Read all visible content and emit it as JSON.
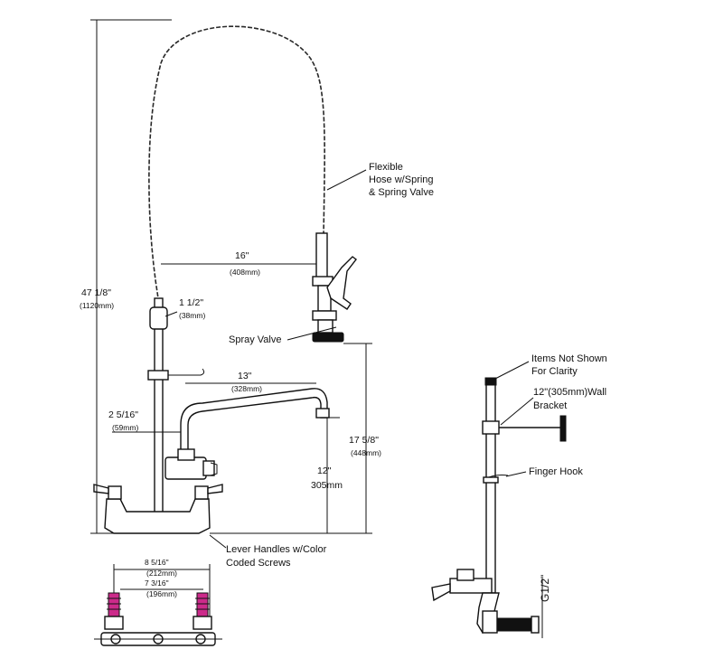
{
  "labels": {
    "hose": [
      "Flexible",
      "Hose w/Spring",
      "& Spring Valve"
    ],
    "spray_valve": "Spray Valve",
    "lever_handles": [
      "Lever Handles w/Color",
      "Coded Screws"
    ],
    "items_not_shown": [
      "Items Not Shown",
      "For Clarity"
    ],
    "wall_bracket": [
      "12\"(305mm)Wall",
      "Bracket"
    ],
    "finger_hook": "Finger Hook",
    "thread": "G1/2\""
  },
  "dimensions": {
    "overall_height": [
      "47 1/8\"",
      "(1120mm)"
    ],
    "hose_reach": [
      "16\"",
      "(408mm)"
    ],
    "riser_dia": [
      "1 1/2\"",
      "(38mm)"
    ],
    "spout_reach": [
      "13\"",
      "(328mm)"
    ],
    "spout_offset": [
      "2 5/16\"",
      "(59mm)"
    ],
    "spout_height": [
      "12\"",
      "305mm"
    ],
    "valve_height": [
      "17 5/8\"",
      "(448mm)"
    ],
    "outer_centers": [
      "8 5/16\"",
      "(212mm)"
    ],
    "inner_centers": [
      "7 3/16\"",
      "(196mm)"
    ]
  },
  "colors": {
    "line": "#111111",
    "coded_screw": "#cc2a8a"
  }
}
